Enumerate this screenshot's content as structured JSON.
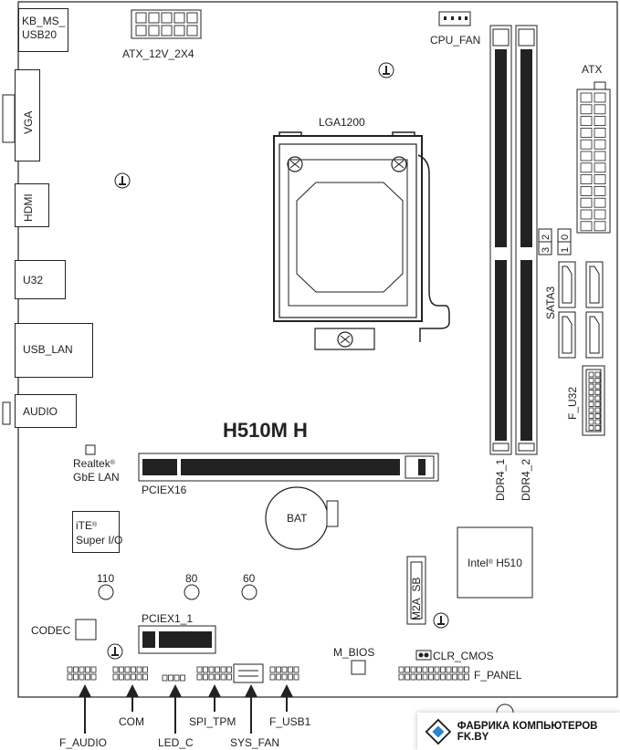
{
  "board": {
    "model": "H510M H"
  },
  "labels": {
    "kb_ms_usb20": "KB_MS_\nUSB20",
    "atx_12v": "ATX_12V_2X4",
    "cpu_fan": "CPU_FAN",
    "atx": "ATX",
    "lga": "LGA1200",
    "vga": "VGA",
    "hdmi": "HDMI",
    "u32": "U32",
    "usb_lan": "USB_LAN",
    "audio": "AUDIO",
    "realtek_1": "Realtek",
    "realtek_2": "GbE LAN",
    "pciex16": "PCIEX16",
    "bat": "BAT",
    "ite_1": "iTE",
    "ite_2": "Super I/O",
    "n110": "110",
    "n80": "80",
    "n60": "60",
    "codec": "CODEC",
    "pciex1_1": "PCIEX1_1",
    "m_bios": "M_BIOS",
    "clr_cmos": "CLR_CMOS",
    "f_panel": "F_PANEL",
    "f_audio": "F_AUDIO",
    "com": "COM",
    "led_c": "LED_C",
    "spi_tpm": "SPI_TPM",
    "sys_fan": "SYS_FAN",
    "f_usb1": "F_USB1",
    "intel": "Intel",
    "intel_chip": "H510",
    "m2a_sb": "M2A_SB",
    "sata3": "SATA3",
    "sata_nums": [
      "2",
      "0",
      "3",
      "1"
    ],
    "f_u32": "F_U32",
    "ddr4_1": "DDR4_1",
    "ddr4_2": "DDR4_2",
    "reg": "®"
  },
  "watermark": {
    "text": "ФАБРИКА КОМПЬЮТЕРОВ FK.BY"
  }
}
